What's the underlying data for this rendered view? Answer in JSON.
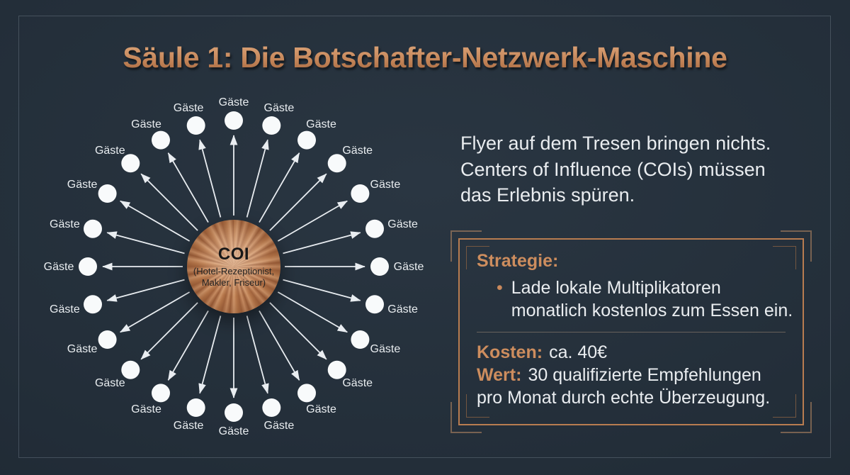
{
  "title": "Säule 1: Die Botschafter-Netzwerk-Maschine",
  "diagram": {
    "spoke_count": 24,
    "spoke_label": "Gäste",
    "hub": {
      "label": "COI",
      "sublabel_line1": "(Hotel-Rezeptionist,",
      "sublabel_line2": "Makler, Friseur)"
    }
  },
  "intro": {
    "line1": "Flyer auf dem Tresen bringen nichts.",
    "line2": "Centers of Influence (COIs) müssen",
    "line3": "das Erlebnis spüren."
  },
  "strategy_box": {
    "heading": "Strategie:",
    "bullet_glyph": "•",
    "bullet_line1": "Lade lokale Multiplikatoren",
    "bullet_line2": "monatlich kostenlos zum Essen ein.",
    "kosten_label": "Kosten:",
    "kosten_value": "ca. 40€",
    "wert_label": "Wert:",
    "wert_value_line1": "30 qualifizierte Empfehlungen",
    "wert_value_line2": "pro Monat durch echte Überzeugung."
  },
  "colors": {
    "background": "#222e39",
    "copper": "#c08457",
    "copper_bright": "#d89a6e",
    "text_light": "#eaedf0",
    "node_white": "#f8fafb"
  }
}
